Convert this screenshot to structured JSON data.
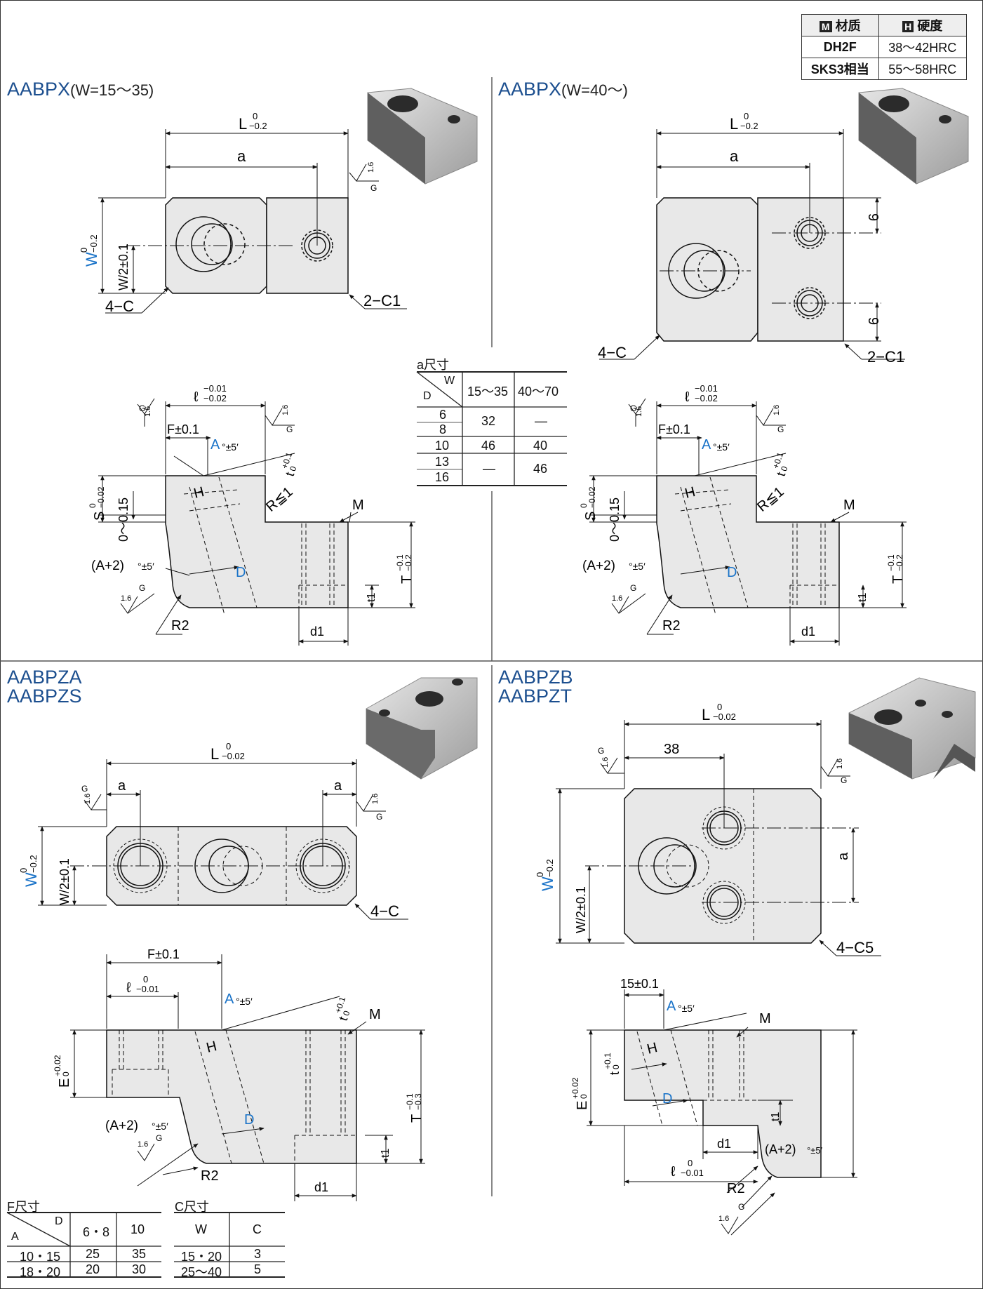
{
  "material_table": {
    "headers": [
      "材质",
      "硬度"
    ],
    "header_icons": [
      "M",
      "H"
    ],
    "rows": [
      {
        "material": "DH2F",
        "hardness": "38～42HRC"
      },
      {
        "material": "SKS3相当",
        "hardness": "55～58HRC"
      }
    ]
  },
  "panels": {
    "p1": {
      "title": "AABPX",
      "subtitle": "(W=15～35)"
    },
    "p2": {
      "title": "AABPX",
      "subtitle": "(W=40～)"
    },
    "p3": {
      "title1": "AABPZA",
      "title2": "AABPZS"
    },
    "p4": {
      "title1": "AABPZB",
      "title2": "AABPZT"
    }
  },
  "a_table": {
    "caption": "a尺寸",
    "corner_w": "W",
    "corner_d": "D",
    "col_headers": [
      "15～35",
      "40～70"
    ],
    "rows": [
      {
        "d": [
          "6",
          "8"
        ],
        "v1": "32",
        "v2": "—"
      },
      {
        "d": [
          "10"
        ],
        "v1": "46",
        "v2": "40"
      },
      {
        "d": [
          "13",
          "16"
        ],
        "v1": "—",
        "v2": "46"
      }
    ]
  },
  "f_table": {
    "caption": "F尺寸",
    "corner_d": "D",
    "corner_a": "A",
    "col_headers": [
      "6・8",
      "10"
    ],
    "rows": [
      {
        "a": "10・15",
        "v1": "25",
        "v2": "35"
      },
      {
        "a": "18・20",
        "v1": "20",
        "v2": "30"
      }
    ]
  },
  "c_table": {
    "caption": "C尺寸",
    "col_headers": [
      "W",
      "C"
    ],
    "rows": [
      {
        "w": "15・20",
        "c": "3"
      },
      {
        "w": "25～40",
        "c": "5"
      }
    ]
  },
  "dims": {
    "L": "L",
    "L_tol1": "0",
    "L_tol2": "−0.2",
    "L2_tol2": "−0.02",
    "a": "a",
    "W": "W",
    "W_tol1": "0",
    "W_tol2": "−0.2",
    "W2": "W/2±0.1",
    "c4": "4−C",
    "c4_5": "4−C5",
    "c2": "2−C1",
    "nine": "9",
    "ell": "ℓ",
    "ell_tol1": "−0.01",
    "ell_tol2": "−0.02",
    "ell_z1": "0",
    "ell_z2": "−0.01",
    "F": "F±0.1",
    "F15": "15±0.1",
    "A": "A",
    "A_tol": "°±5′",
    "t": "t",
    "t_tol1": "+0.1",
    "t_tol2": "0",
    "H": "H",
    "R1": "R≦1",
    "M": "M",
    "S": "S",
    "S_tol1": "0",
    "S_tol2": "−0.02",
    "zero015": "0～0.15",
    "A2": "(A+2)",
    "A2_tol": "°±5′",
    "D": "D",
    "T": "T",
    "T_tol1": "−0.1",
    "T_tol2": "−0.2",
    "T_tol3": "−0.3",
    "t1": "t1",
    "d1": "d1",
    "R2": "R2",
    "E": "E",
    "E_tol1": "+0.02",
    "E_tol2": "0",
    "n38": "38",
    "rough": "1.6",
    "G": "G"
  }
}
